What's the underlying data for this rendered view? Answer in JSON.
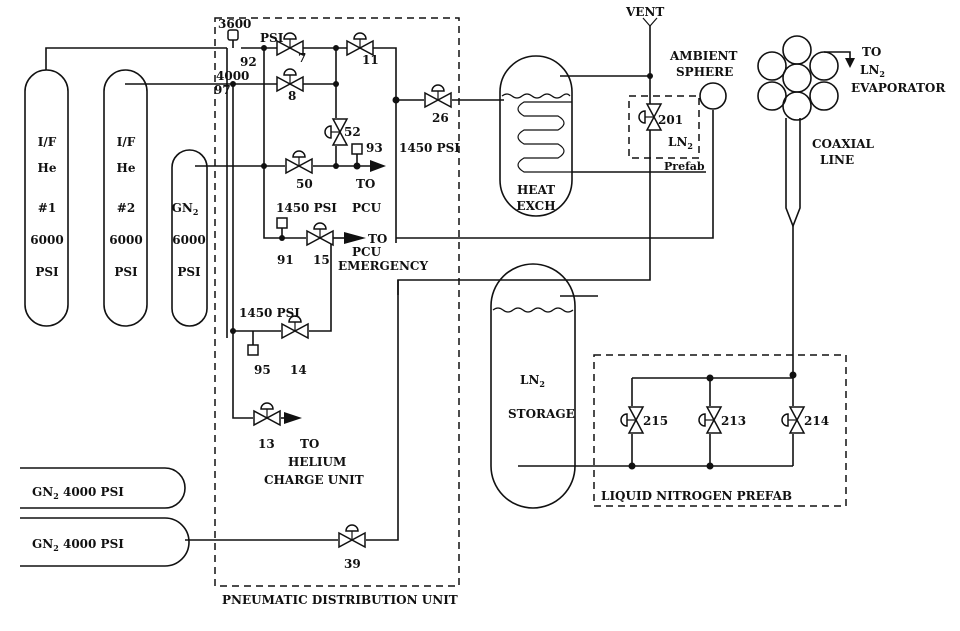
{
  "tanks": {
    "if_he_1": {
      "line1": "I/F",
      "line2": "He",
      "line3": "#1",
      "line4": "6000",
      "line5": "PSI"
    },
    "if_he_2": {
      "line1": "I/F",
      "line2": "He",
      "line3": "#2",
      "line4": "6000",
      "line5": "PSI"
    },
    "gn2": {
      "line1": "GN",
      "sub": "2",
      "line4": "6000",
      "line5": "PSI"
    },
    "gn2_bottle_a": {
      "prefix": "GN",
      "sub": "2",
      "suffix": " 4000 PSI"
    },
    "gn2_bottle_b": {
      "prefix": "GN",
      "sub": "2",
      "suffix": " 4000 PSI"
    }
  },
  "labels": {
    "p3600": "3600",
    "psi_top": "PSI",
    "p4000": "4000",
    "n92": "92",
    "n97": "97",
    "p1450_main": "1450  PSI",
    "p1450_a": "1450  PSI",
    "p1450_b": "1450  PSI",
    "to_pcu_1": "TO",
    "to_pcu_1b": "PCU",
    "to_pcu_2": "TO",
    "to_pcu_2b": "PCU",
    "emergency": "EMERGENCY",
    "to_helium_1": "TO",
    "to_helium_2": "HELIUM",
    "to_helium_3": "CHARGE UNIT",
    "n91": "91",
    "n95": "95",
    "n93": "93",
    "vent": "VENT",
    "ambient_1": "AMBIENT",
    "ambient_2": "SPHERE",
    "ln2_prefab_ln": "LN",
    "ln2_prefab_sub": "2",
    "prefab": "Prefab",
    "heat_1": "HEAT",
    "heat_2": "EXCH",
    "storage_ln": "LN",
    "storage_sub": "2",
    "storage": "STORAGE",
    "to_ln2_1": "TO",
    "to_ln2_ln": "LN",
    "to_ln2_sub": "2",
    "to_ln2_3": "EVAPORATOR",
    "coaxial_1": "COAXIAL",
    "coaxial_2": "LINE",
    "liquid_nitrogen_prefab": "LIQUID NITROGEN PREFAB",
    "pneumatic_distribution_unit": "PNEUMATIC DISTRIBUTION UNIT"
  },
  "valves": {
    "v7": "7",
    "v11": "11",
    "v8": "8",
    "v52": "52",
    "v26": "26",
    "v50": "50",
    "v15": "15",
    "v14": "14",
    "v13": "13",
    "v39": "39",
    "v201": "201",
    "v215": "215",
    "v213": "213",
    "v214": "214"
  }
}
